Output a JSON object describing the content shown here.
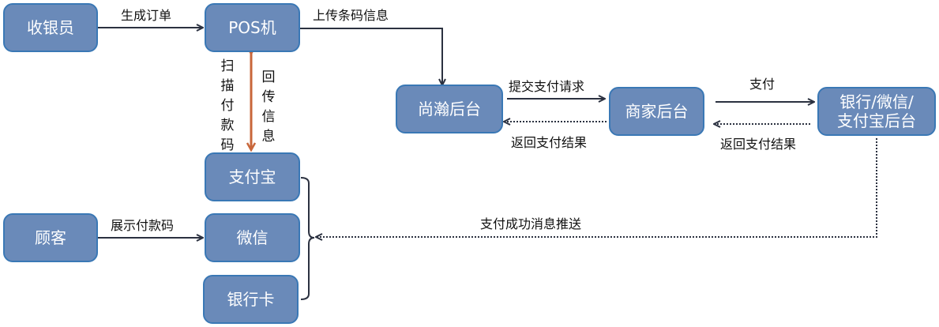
{
  "nodes": {
    "cashier": "收银员",
    "pos": "POS机",
    "shanghan": "尚瀚后台",
    "merchant": "商家后台",
    "bank_backend_line1": "银行/微信/",
    "bank_backend_line2": "支付宝后台",
    "alipay": "支付宝",
    "wechat": "微信",
    "bankcard": "银行卡",
    "customer": "顾客"
  },
  "edges": {
    "generate_order": "生成订单",
    "upload_barcode": "上传条码信息",
    "scan_code": "扫描付款码",
    "return_info": "回传信息",
    "submit_payment": "提交支付请求",
    "return_result_1": "返回支付结果",
    "pay": "支付",
    "return_result_2": "返回支付结果",
    "show_code": "展示付款码",
    "push_success": "支付成功消息推送"
  },
  "colors": {
    "node_fill": "#6a8ab9",
    "node_border": "#3a78b5",
    "arrow": "#2b3140",
    "bidirectional_arrow": "#c8663a"
  }
}
